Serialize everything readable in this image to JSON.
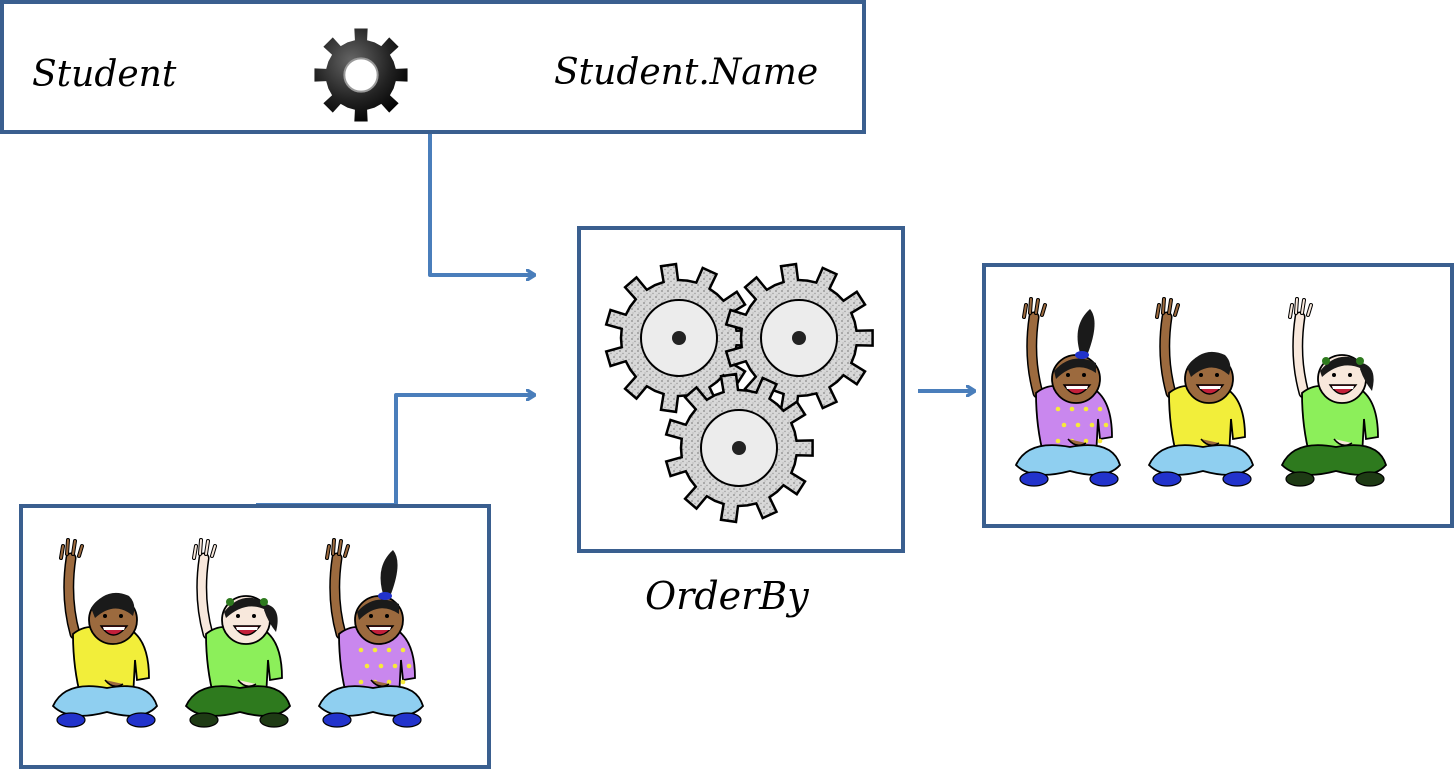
{
  "diagram": {
    "selector_box": {
      "input_label": "Student",
      "output_label": "Student.Name",
      "gear_icon": "gear-icon-dark"
    },
    "operator": {
      "label": "OrderBy",
      "icon": "gears-icon"
    },
    "input_collection": {
      "items": [
        {
          "shirt": "yellow",
          "pants": "light-blue",
          "skin": "brown",
          "hair": "short"
        },
        {
          "shirt": "green",
          "pants": "dark-green",
          "skin": "light",
          "hair": "pigtails"
        },
        {
          "shirt": "purple-dotted",
          "pants": "light-blue",
          "skin": "brown",
          "hair": "ponytail"
        }
      ]
    },
    "output_collection": {
      "items": [
        {
          "shirt": "purple-dotted",
          "pants": "light-blue",
          "skin": "brown",
          "hair": "ponytail"
        },
        {
          "shirt": "yellow",
          "pants": "light-blue",
          "skin": "brown",
          "hair": "short"
        },
        {
          "shirt": "green",
          "pants": "dark-green",
          "skin": "light",
          "hair": "pigtails"
        }
      ]
    },
    "colors": {
      "border": "#3a5f8f",
      "arrow": "#4a7ebb",
      "shirt_yellow": "#f2ee3a",
      "shirt_green": "#8cef5a",
      "shirt_purple": "#c987ee",
      "pants_lightblue": "#8fcff0",
      "pants_darkgreen": "#2e7a1e",
      "skin_brown": "#9c6a3e",
      "skin_light": "#f8e8dc",
      "shoe_blue": "#2233cc"
    }
  }
}
